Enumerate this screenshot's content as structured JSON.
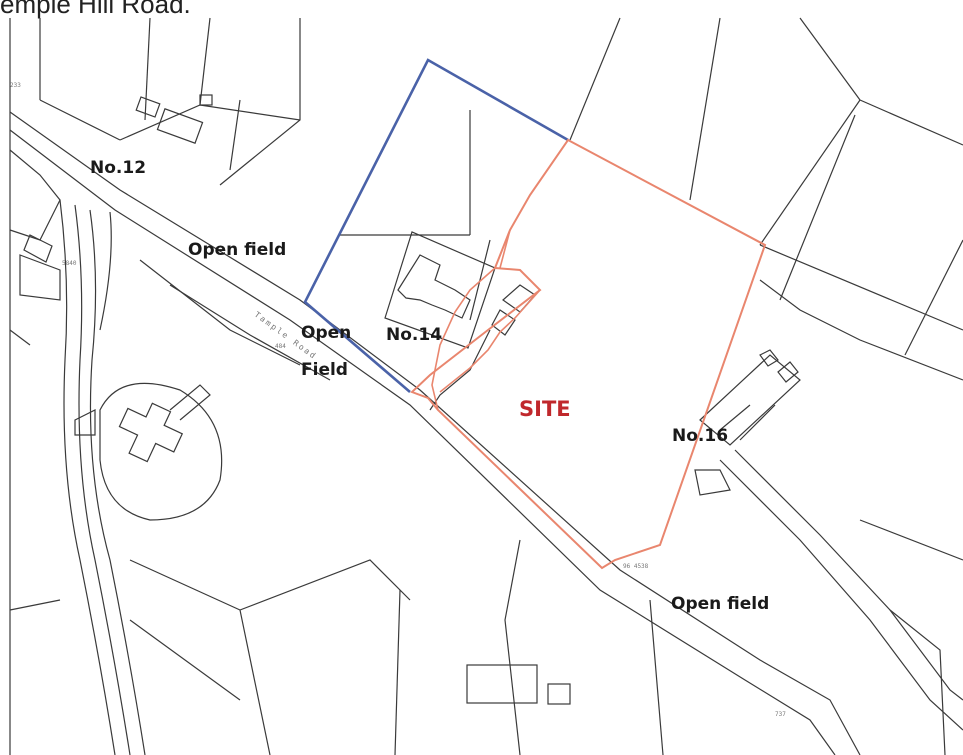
{
  "caption": "emple Hill Road.",
  "colors": {
    "site_boundary": "#e9866e",
    "ownership_boundary": "#4a62a8",
    "site_label": "#c0282c",
    "linework": "#3a3a3a"
  },
  "labels": {
    "no12": "No.12",
    "no14": "No.14",
    "no16": "No.16",
    "site": "SITE",
    "open_field_1": "Open field",
    "open_field_2_line1": "Open",
    "open_field_2_line2": "Field",
    "open_field_3": "Open field",
    "road_name": "Tample Road"
  },
  "annotations": {
    "a1": "233",
    "a2": "5840",
    "a3": "484",
    "a4": "96 4538",
    "a5": "737"
  }
}
